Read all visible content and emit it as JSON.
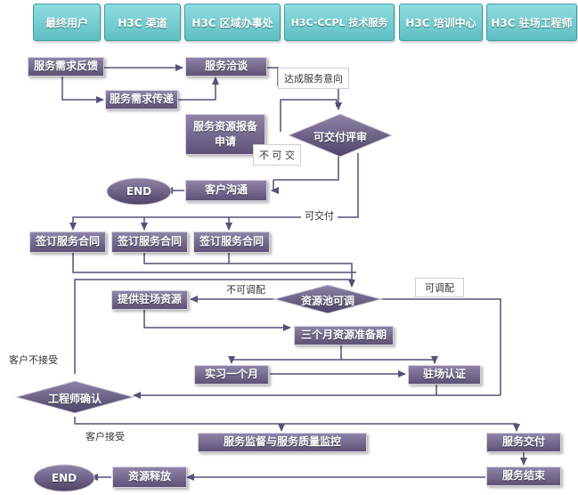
{
  "lanes": [
    "最终用户",
    "H3C 渠道",
    "H3C 区域办事处",
    "H3C-CCPL 技术服务",
    "H3C 培训中心",
    "H3C 驻场工程师"
  ],
  "nodes": {
    "service_request": "服务需求反馈",
    "service_negotiation": "服务洽谈",
    "request_relay": "服务需求传递",
    "resource_application": "服务资源报备申请",
    "delivery_review": "可交付评审",
    "end_1": "END",
    "customer_communication": "客户沟通",
    "sign_contract_1": "签订服务合同",
    "sign_contract_2": "签订服务合同",
    "sign_contract_3": "签订服务合同",
    "resource_pool": "资源池可调",
    "provide_onsite": "提供驻场资源",
    "three_month_prep": "三个月资源准备期",
    "internship": "实习一个月",
    "onsite_cert": "驻场认证",
    "engineer_confirm": "工程师确认",
    "service_monitor": "服务监督与服务质量监控",
    "service_delivery": "服务交付",
    "service_end": "服务结束",
    "resource_release": "资源释放",
    "end_2": "END"
  },
  "labels": {
    "intent_reached": "达成服务意向",
    "not_deliverable": "不 可 交",
    "deliverable": "可交付",
    "not_adjustable": "不可调配",
    "adjustable": "可调配",
    "customer_rejects": "客户不接受",
    "customer_accepts": "客户接受"
  },
  "colors": {
    "lane_fill": "#6fcdd1",
    "node_fill": "#6f6488",
    "arrow": "#5a4f78"
  }
}
